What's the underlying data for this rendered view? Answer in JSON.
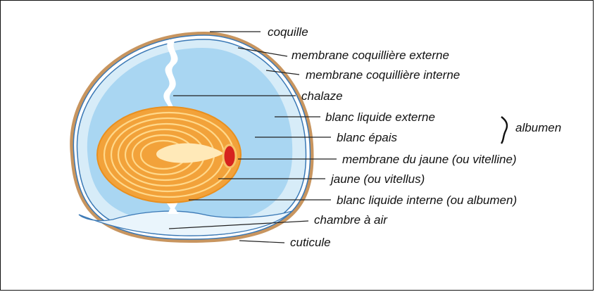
{
  "labels": {
    "coquille": "coquille",
    "membrane_externe": "membrane coquillière externe",
    "membrane_interne": "membrane coquillière interne",
    "chalaze": "chalaze",
    "blanc_liquide_externe": "blanc liquide externe",
    "blanc_epais": "blanc épais",
    "membrane_jaune": "membrane du jaune (ou vitelline)",
    "jaune": "jaune (ou vitellus)",
    "blanc_liquide_interne": "blanc liquide interne (ou albumen)",
    "chambre_air": "chambre à air",
    "cuticule": "cuticule",
    "albumen": "albumen"
  },
  "colors": {
    "shell": "#c8955f",
    "membrane": "#3a78b5",
    "albumen_outer": "#d7ecf8",
    "albumen_thick": "#a9d6f2",
    "yolk": "#f2a23a",
    "yolk_ring": "#ffd88a",
    "germinal_disc": "#d6231f",
    "chalaza": "#ffffff"
  }
}
